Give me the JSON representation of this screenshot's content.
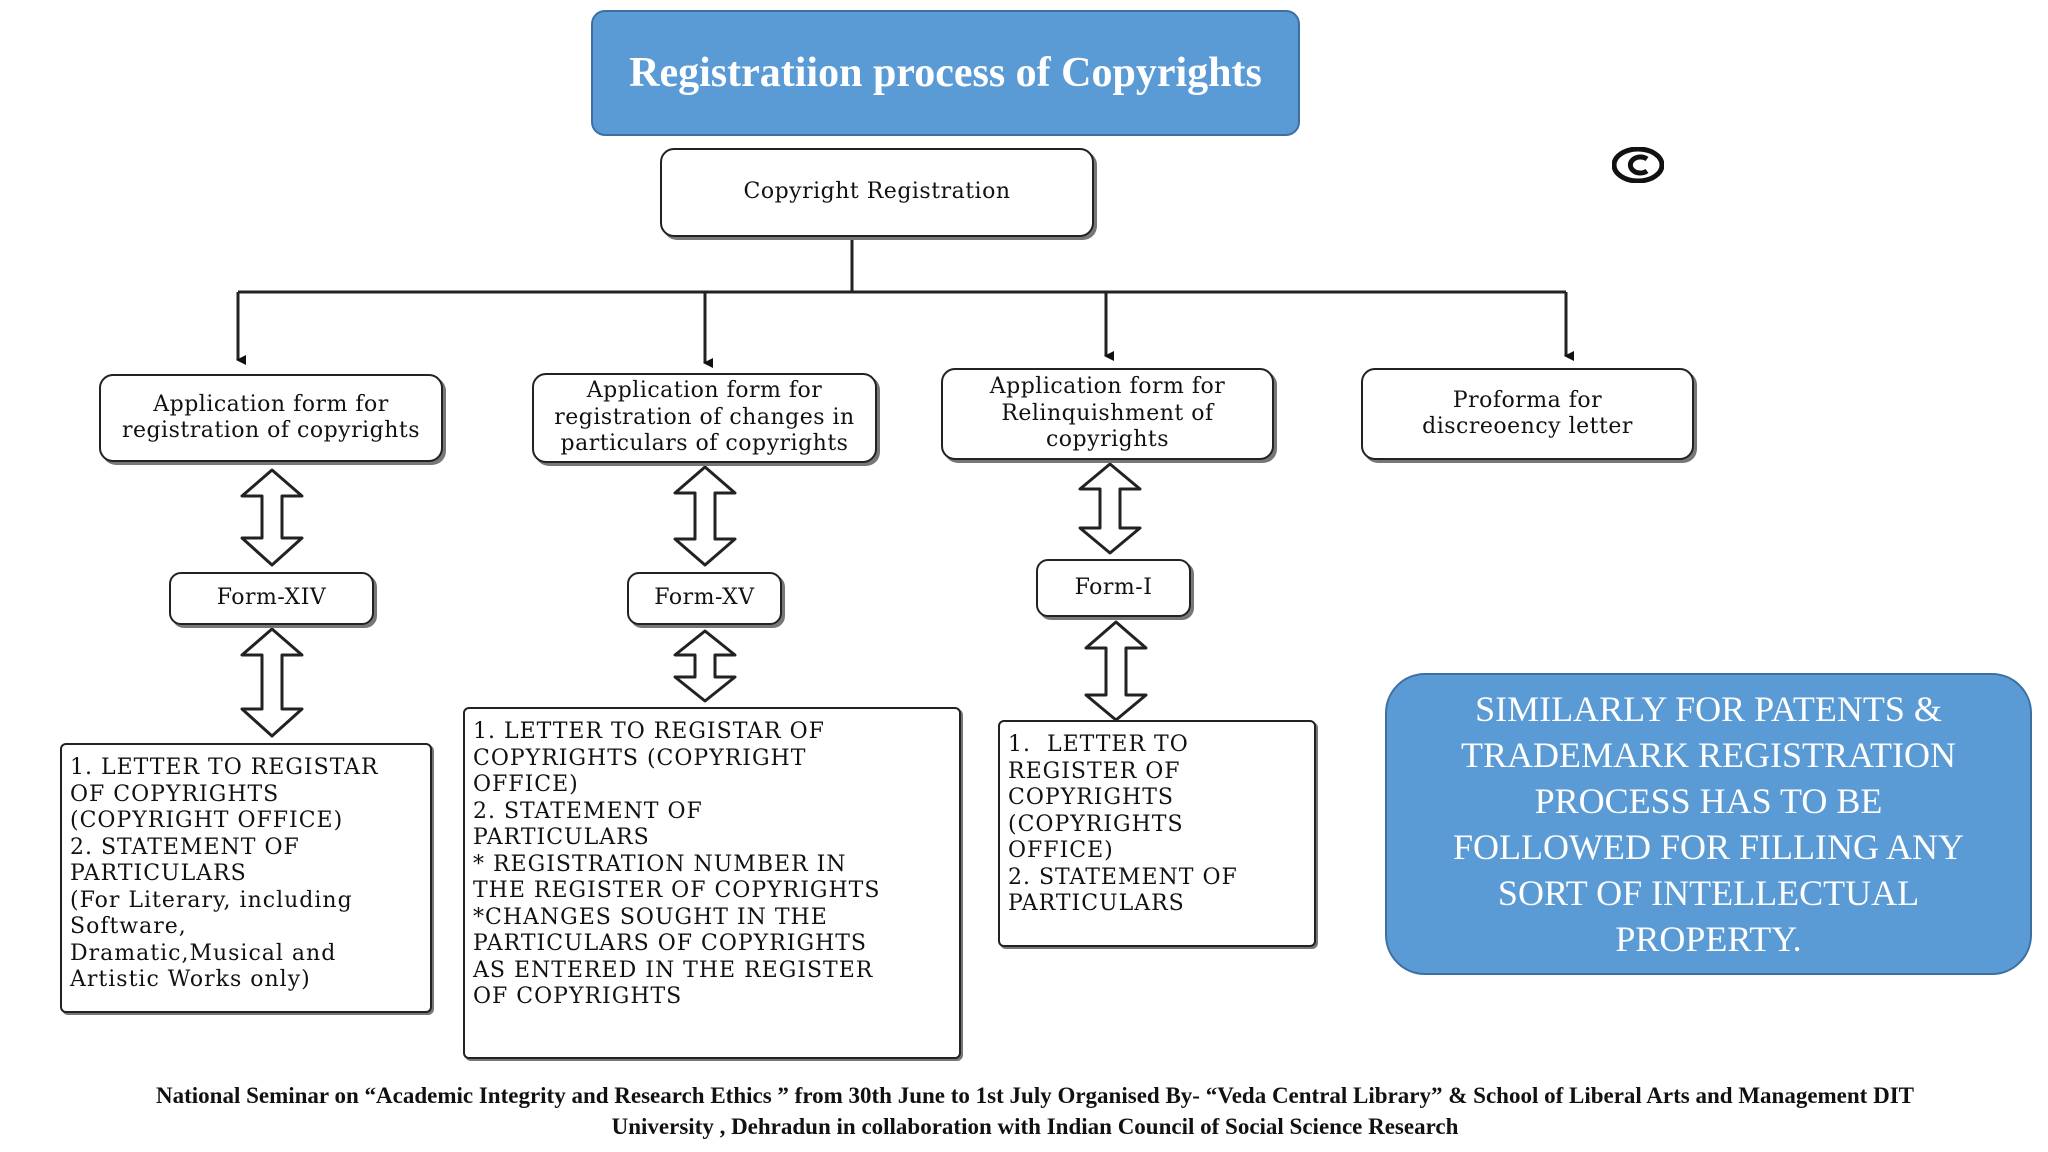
{
  "title": "Registratiion process of Copyrights",
  "copyright_symbol_icon": "copyright-icon",
  "root": {
    "label": "Copyright Registration"
  },
  "branches": [
    {
      "label_lines": [
        "Application form for",
        "registration of copyrights"
      ],
      "form": "Form-XIV",
      "details": [
        "1. LETTER TO REGISTAR",
        "OF COPYRIGHTS",
        "(COPYRIGHT OFFICE)",
        "2. STATEMENT OF",
        "PARTICULARS",
        "(For Literary, including",
        "Software,",
        "Dramatic,Musical and",
        "Artistic Works only)"
      ]
    },
    {
      "label_lines": [
        "Application form for",
        "registration of changes in",
        "particulars of copyrights"
      ],
      "form": "Form-XV",
      "details": [
        "1. LETTER TO REGISTAR OF",
        "COPYRIGHTS (COPYRIGHT",
        "OFFICE)",
        "2. STATEMENT OF",
        "PARTICULARS",
        "* REGISTRATION NUMBER IN",
        "THE REGISTER OF COPYRIGHTS",
        "*CHANGES SOUGHT IN THE",
        "PARTICULARS OF COPYRIGHTS",
        "AS ENTERED IN THE REGISTER",
        "OF COPYRIGHTS"
      ]
    },
    {
      "label_lines": [
        "Application form for",
        "Relinquishment of",
        "copyrights"
      ],
      "form": "Form-I",
      "details": [
        "1.  LETTER TO",
        "REGISTER OF",
        "COPYRIGHTS",
        "(COPYRIGHTS",
        "OFFICE)",
        "2. STATEMENT OF",
        "PARTICULARS"
      ]
    },
    {
      "label_lines": [
        "Proforma for",
        "discreoency letter"
      ]
    }
  ],
  "note": [
    "SIMILARLY FOR PATENTS &",
    "TRADEMARK REGISTRATION",
    "PROCESS HAS TO BE",
    "FOLLOWED FOR FILLING ANY",
    "SORT OF INTELLECTUAL",
    "PROPERTY."
  ],
  "footer": {
    "line1": "National Seminar on “Academic Integrity and Research Ethics ”  from 30th June to 1st July Organised By- “Veda Central Library” & School of Liberal Arts and Management DIT",
    "line2": "University , Dehradun in collaboration with Indian Council of Social Science Research"
  },
  "colors": {
    "accent": "#5b9bd5",
    "accent_border": "#3d6fa3"
  }
}
